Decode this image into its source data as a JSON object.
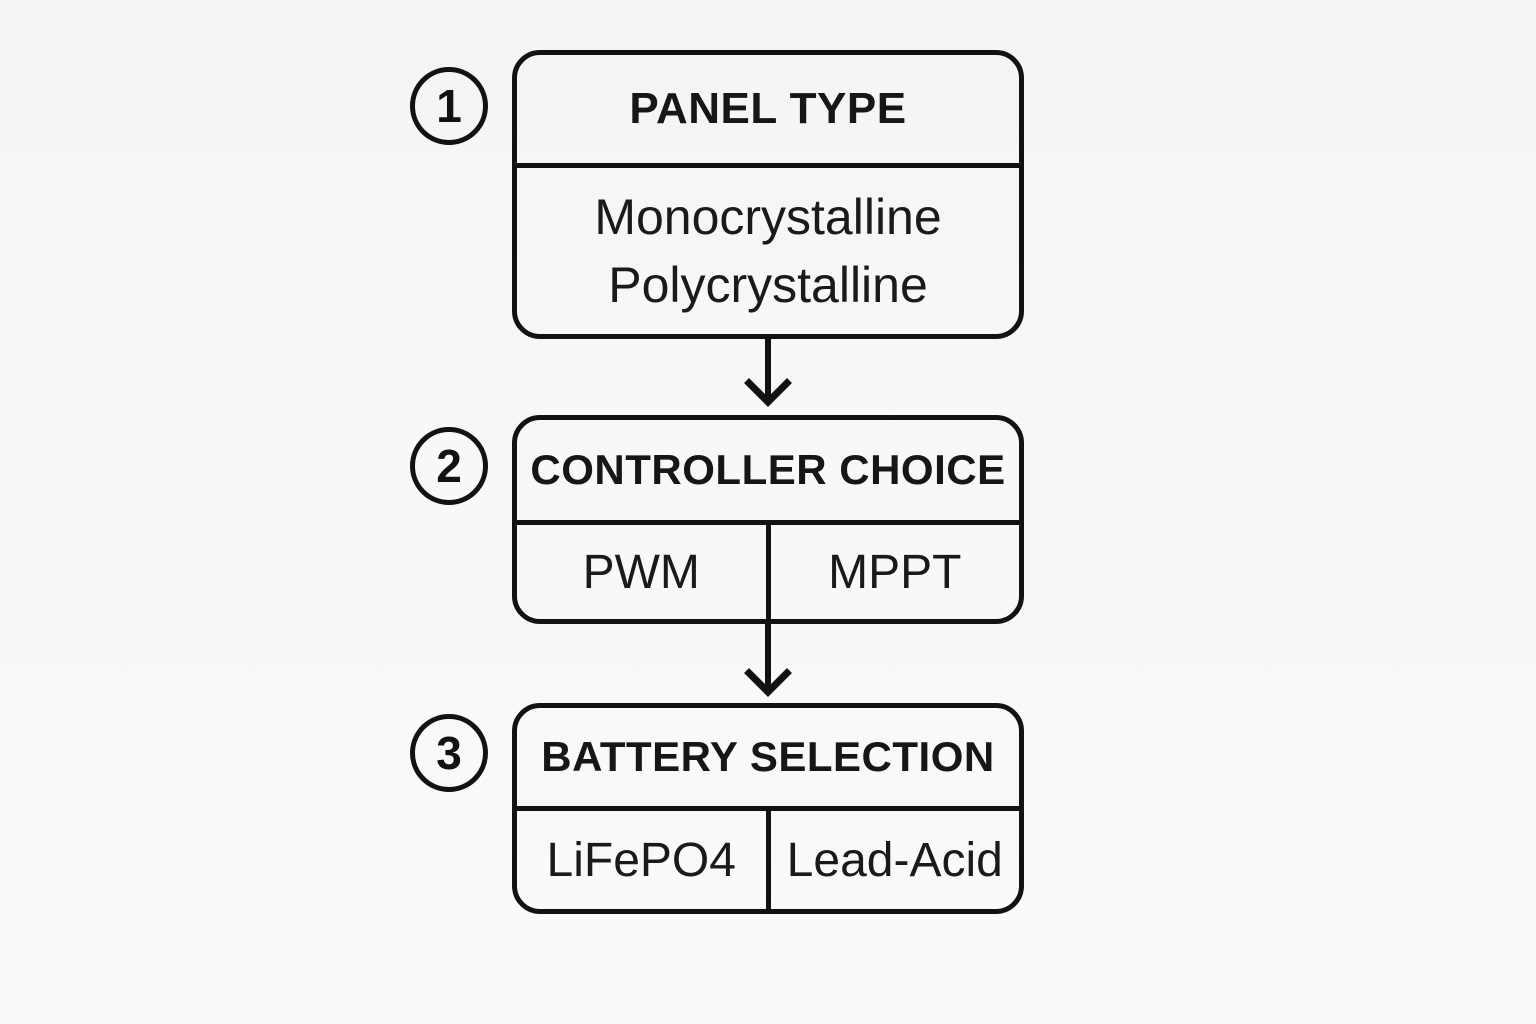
{
  "canvas": {
    "background": "#f7f7f5",
    "line_color": "#121212",
    "text_color": "#1a1a1a"
  },
  "steps": [
    {
      "number": "1",
      "title": "PANEL TYPE",
      "options": [
        "Monocrystalline",
        "Polycrystalline"
      ]
    },
    {
      "number": "2",
      "title": "CONTROLLER CHOICE",
      "options": [
        "PWM",
        "MPPT"
      ]
    },
    {
      "number": "3",
      "title": "BATTERY SELECTION",
      "options": [
        "LiFePO4",
        "Lead-Acid"
      ]
    }
  ]
}
